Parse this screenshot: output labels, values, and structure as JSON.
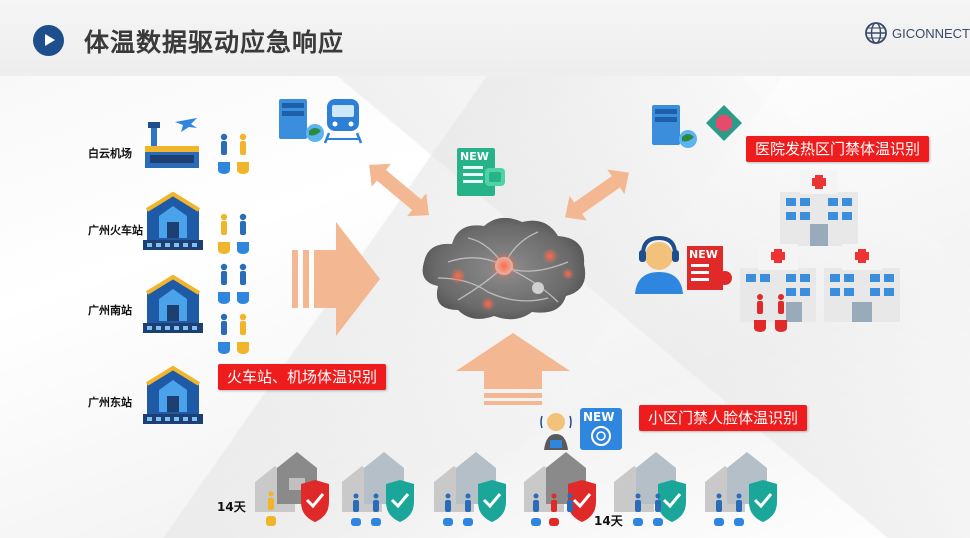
{
  "header": {
    "title": "体温数据驱动应急响应",
    "logo_text": "GICONNECT"
  },
  "locations": [
    "白云机场",
    "广州火车站",
    "广州南站",
    "广州东站"
  ],
  "labels": {
    "station_airport": "火车站、机场体温识别",
    "hospital": "医院发热区门禁体温识别",
    "community": "小区门禁人脸体温识别"
  },
  "badges": {
    "new": "NEW"
  },
  "days": [
    "14天",
    "14天"
  ],
  "colors": {
    "accent_red": "#ee1c1c",
    "brand_blue": "#1e4f8c",
    "arrow_orange": "#f3b891",
    "shield_teal": "#1aa79a",
    "shield_red": "#e02a2a"
  }
}
